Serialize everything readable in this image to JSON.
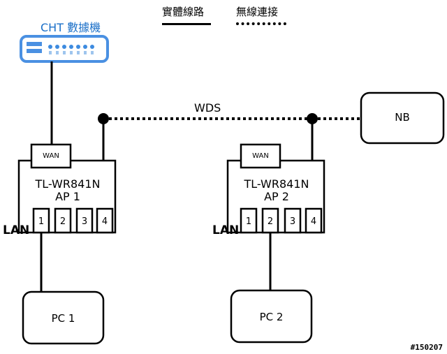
{
  "legend": {
    "wired": "實體線路",
    "wireless": "無線連接"
  },
  "modem": {
    "label": "CHT 數據機"
  },
  "wds_label": "WDS",
  "ap1": {
    "name": "TL-WR841N",
    "sub": "AP 1",
    "wan": "WAN",
    "lan": "LAN",
    "ports": [
      "1",
      "2",
      "3",
      "4"
    ]
  },
  "ap2": {
    "name": "TL-WR841N",
    "sub": "AP 2",
    "wan": "WAN",
    "lan": "LAN",
    "ports": [
      "1",
      "2",
      "3",
      "4"
    ]
  },
  "nb": {
    "label": "NB"
  },
  "pc1": {
    "label": "PC 1"
  },
  "pc2": {
    "label": "PC 2"
  },
  "watermark": "#150207",
  "colors": {
    "modem_stroke": "#4a90e2",
    "modem_fill": "#ffffff",
    "modem_led": "#3d8be0",
    "line": "#000000"
  }
}
